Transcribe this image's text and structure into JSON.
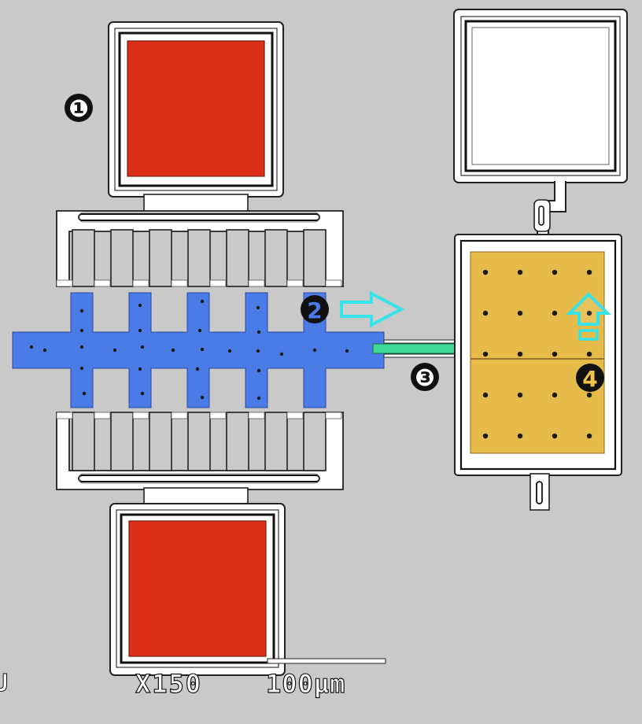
{
  "figure": {
    "colors": {
      "background": "#c9c9c9",
      "frame_fill": "#ffffff",
      "frame_stroke": "#222222",
      "pad_red": "#dc2f18",
      "pad_white": "#ffffff",
      "shuttle_blue": "#4a7be6",
      "plate_gold": "#e6bb49",
      "beam_green": "#3fd998",
      "arrow_cyan": "#37e3e8",
      "hole": "#1a1a1a",
      "marker_black": "#111111",
      "marker_text_light": "#ffffff",
      "marker_text_dark": "#f0c54a"
    },
    "markers": [
      {
        "id": "1",
        "label": "❶",
        "fill": "#111111",
        "text_color": "#ffffff"
      },
      {
        "id": "2",
        "label": "2",
        "fill": "#111111",
        "text_color": "#4a7be6"
      },
      {
        "id": "3",
        "label": "❸",
        "fill": "#111111",
        "text_color": "#ffffff"
      },
      {
        "id": "4",
        "label": "4",
        "fill": "#111111",
        "text_color": "#f0c54a"
      }
    ],
    "arrows": [
      {
        "name": "motion-arrow-right",
        "direction": "right",
        "color": "#37e3e8"
      },
      {
        "name": "motion-arrow-up",
        "direction": "up",
        "color": "#37e3e8"
      }
    ],
    "sem_bar": {
      "left_fragment": "U",
      "magnification": "X150",
      "scale": "100μm"
    }
  }
}
